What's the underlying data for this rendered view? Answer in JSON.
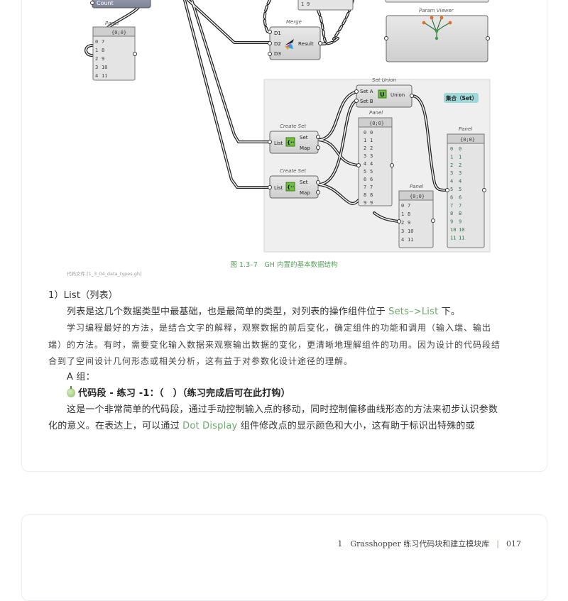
{
  "figure": {
    "count_label": "Count",
    "panel_left": {
      "title": "Panel",
      "path": "{0;0}",
      "rows": [
        [
          "0",
          "7"
        ],
        [
          "1",
          "8"
        ],
        [
          "2",
          "9"
        ],
        [
          "3",
          "10"
        ],
        [
          "4",
          "11"
        ]
      ]
    },
    "top_panel_row": [
      "1",
      "9"
    ],
    "merge": {
      "title": "Merge",
      "inputs": [
        "D1",
        "D2",
        "D3"
      ],
      "output": "Result"
    },
    "param_viewer": {
      "title": "Param Viewer"
    },
    "set_group_tag": "集合（Set）",
    "set_union": {
      "title": "Set Union",
      "inputs": [
        "Set A",
        "Set B"
      ],
      "icon": "U",
      "output": "Union"
    },
    "create_set_1": {
      "title": "Create Set",
      "input": "List",
      "outputs": [
        "Set",
        "Map"
      ]
    },
    "create_set_2": {
      "title": "Create Set",
      "input": "List",
      "outputs": [
        "Set",
        "Map"
      ]
    },
    "panel_mid": {
      "title": "Panel",
      "path": "{0;0}",
      "rows": [
        [
          "0",
          "0"
        ],
        [
          "1",
          "1"
        ],
        [
          "2",
          "2"
        ],
        [
          "3",
          "3"
        ],
        [
          "4",
          "4"
        ],
        [
          "5",
          "5"
        ],
        [
          "6",
          "6"
        ],
        [
          "7",
          "7"
        ],
        [
          "8",
          "8"
        ],
        [
          "9",
          "9"
        ]
      ]
    },
    "panel_small": {
      "title": "Panel",
      "path": "{0;0}",
      "rows": [
        [
          "0",
          "7"
        ],
        [
          "1",
          "8"
        ],
        [
          "2",
          "9"
        ],
        [
          "3",
          "10"
        ],
        [
          "4",
          "11"
        ]
      ]
    },
    "panel_right": {
      "title": "Panel",
      "path": "{0;0}",
      "rows": [
        [
          "0",
          "0"
        ],
        [
          "1",
          "1"
        ],
        [
          "2",
          "2"
        ],
        [
          "3",
          "3"
        ],
        [
          "4",
          "4"
        ],
        [
          "5",
          "5"
        ],
        [
          "6",
          "6"
        ],
        [
          "7",
          "7"
        ],
        [
          "8",
          "8"
        ],
        [
          "9",
          "9"
        ],
        [
          "10",
          "10"
        ],
        [
          "11",
          "11"
        ]
      ]
    }
  },
  "caption": "图 1.3–7　GH 内置的基本数据结构",
  "code_file": "代码文件 [1_3_04_data_types.gh]",
  "section": {
    "heading": "1）List（列表）",
    "p1_before": "列表是这几个数据类型中最基础，也是最简单的类型，对列表的操作组件位于 ",
    "p1_link": "Sets–>List",
    "p1_after": " 下。",
    "p2": "学习编程最好的方法，是结合文字的解释，观察数据的前后变化，确定组件的功能和调用（输入端、输出端）的方法。有时，需要变化输入数据来观察输出数据的变化，更清晰地理解组件的功用。因为设计的代码段结合到了空间设计几何形态或相关分析，这有益于对参数化设计途径的理解。",
    "group_label": "A 组：",
    "exercise_title": "代码段 - 练习 -1：（　）（练习完成后可在此打钩）",
    "p3_before": "这是一个非常简单的代码段，通过手动控制输入点的移动，同时控制偏移曲线形态的方法来初步认识参数化的意义。在表达上，可以通过 ",
    "p3_link": "Dot Display",
    "p3_after": " 组件修改点的显示颜色和大小，这有助于标识出特殊的或"
  },
  "running_head": {
    "chapter": "1　Grasshopper 练习代码块和建立模块库",
    "page": "017"
  },
  "colors": {
    "caption_green": "#5aa05a",
    "link_green": "#6aa86a",
    "component_fill": "#d9d9d9",
    "count_fill": "#8e93a8",
    "set_tag": "#9fd8d8"
  }
}
